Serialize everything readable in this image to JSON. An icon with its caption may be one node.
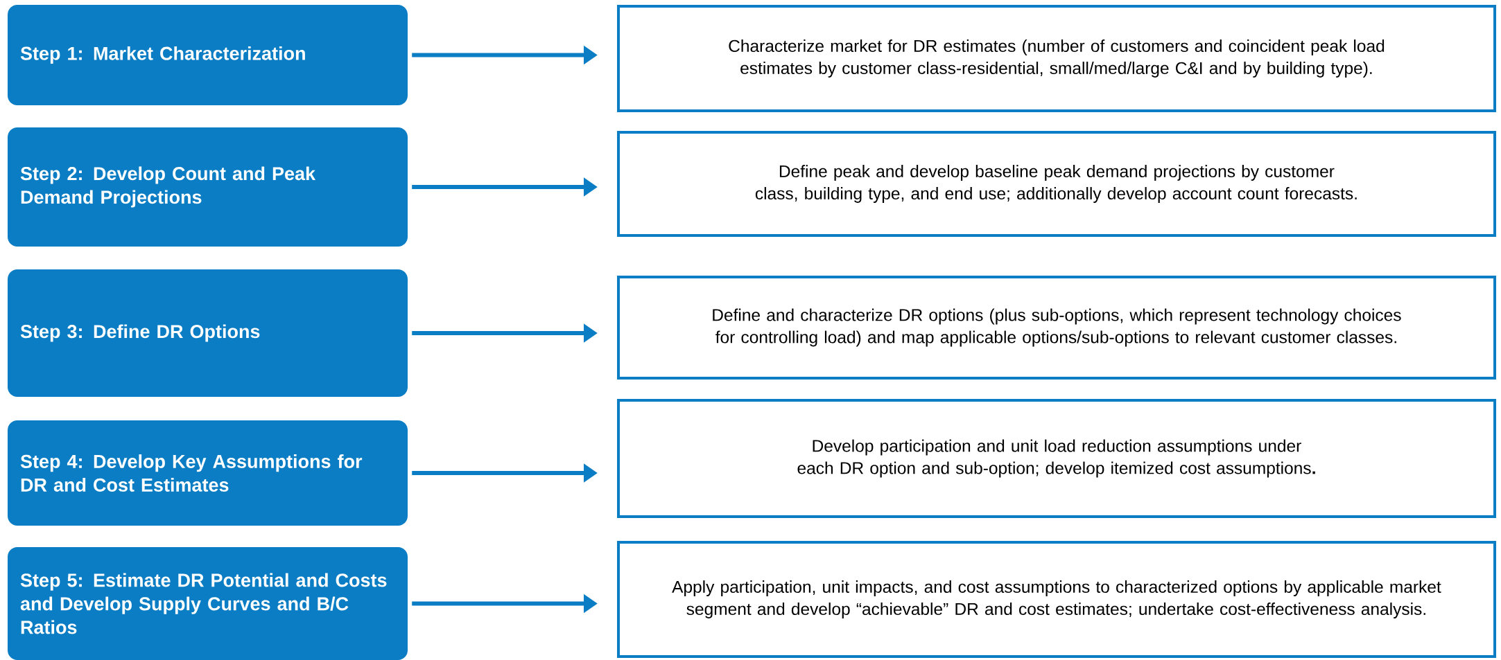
{
  "diagram": {
    "nodes": [
      {
        "text": [
          "Step 1: Market Characterization"
        ]
      },
      {
        "text": [
          "Characterize market for DR estimates (number of customers and coincident peak load estimates by customer class-residential, small/med/large C&I and by building type)."
        ]
      },
      {
        "text": [
          "Step 2: Develop Count and Peak Demand Projections"
        ]
      },
      {
        "text": [
          "Define peak and develop baseline peak demand projections by customer class, building type, and end use; additionally develop account count forecasts."
        ]
      },
      {
        "text": [
          "Step 3: Define DR Options"
        ]
      },
      {
        "text": [
          "Define and characterize DR options (plus sub-options, which represent technology choices for controlling load) and map applicable options/sub-options to relevant customer classes."
        ]
      },
      {
        "text": [
          "Step 4: Develop Key Assumptions for DR and Cost Estimates"
        ]
      },
      {
        "text": [
          "Develop participation and unit load reduction assumptions under each DR option and sub-option; develop itemized cost assumptions**.**"
        ]
      },
      {
        "text": [
          "Step 5: Estimate DR Potential and Costs and Develop Supply Curves and B/C Ratios"
        ]
      },
      {
        "text": [
          "Apply participation, unit impacts, and cost assumptions to characterized options by applicable market segment and develop “achievable” DR and cost estimates; undertake cost-effectiveness analysis."
        ]
      }
    ],
    "edges": [
      {
        "from": 0,
        "to": 1,
        "arrow": "to"
      },
      {
        "from": 2,
        "to": 3,
        "arrow": "to"
      },
      {
        "from": 4,
        "to": 5,
        "arrow": "to"
      },
      {
        "from": 6,
        "to": 7,
        "arrow": "to"
      },
      {
        "from": 8,
        "to": 9,
        "arrow": "to"
      }
    ]
  }
}
